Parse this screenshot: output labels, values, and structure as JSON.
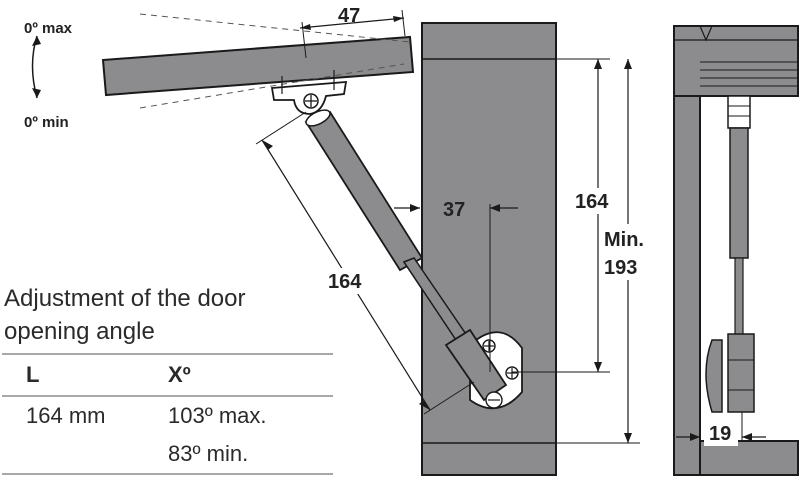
{
  "labels": {
    "max_angle": "0º max",
    "min_angle": "0º min",
    "dim_47": "47",
    "dim_37": "37",
    "dim_164_strut": "164",
    "dim_164_vertical": "164",
    "dim_min": "Min.",
    "dim_193": "193",
    "dim_19": "19"
  },
  "caption": {
    "line1": "Adjustment of the door",
    "line2": "opening angle"
  },
  "table": {
    "headers": [
      "L",
      "Xº"
    ],
    "rows": [
      [
        "164 mm",
        "103º max."
      ],
      [
        "",
        "83º min."
      ]
    ]
  },
  "colors": {
    "panel": "#8c8c8e",
    "panel_dark": "#6f6f72",
    "line": "#1a1a1a",
    "grid": "#a8a8a8"
  }
}
